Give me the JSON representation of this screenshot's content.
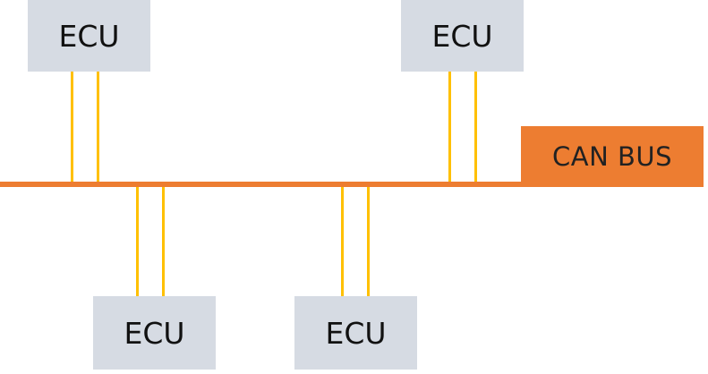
{
  "bus": {
    "label": "CAN BUS",
    "color": "#ed7d31"
  },
  "ecus": [
    {
      "label": "ECU",
      "side": "top"
    },
    {
      "label": "ECU",
      "side": "top"
    },
    {
      "label": "ECU",
      "side": "bottom"
    },
    {
      "label": "ECU",
      "side": "bottom"
    }
  ],
  "colors": {
    "ecu_fill": "#d6dbe3",
    "wire": "#ffc000",
    "background": "#ffffff"
  }
}
